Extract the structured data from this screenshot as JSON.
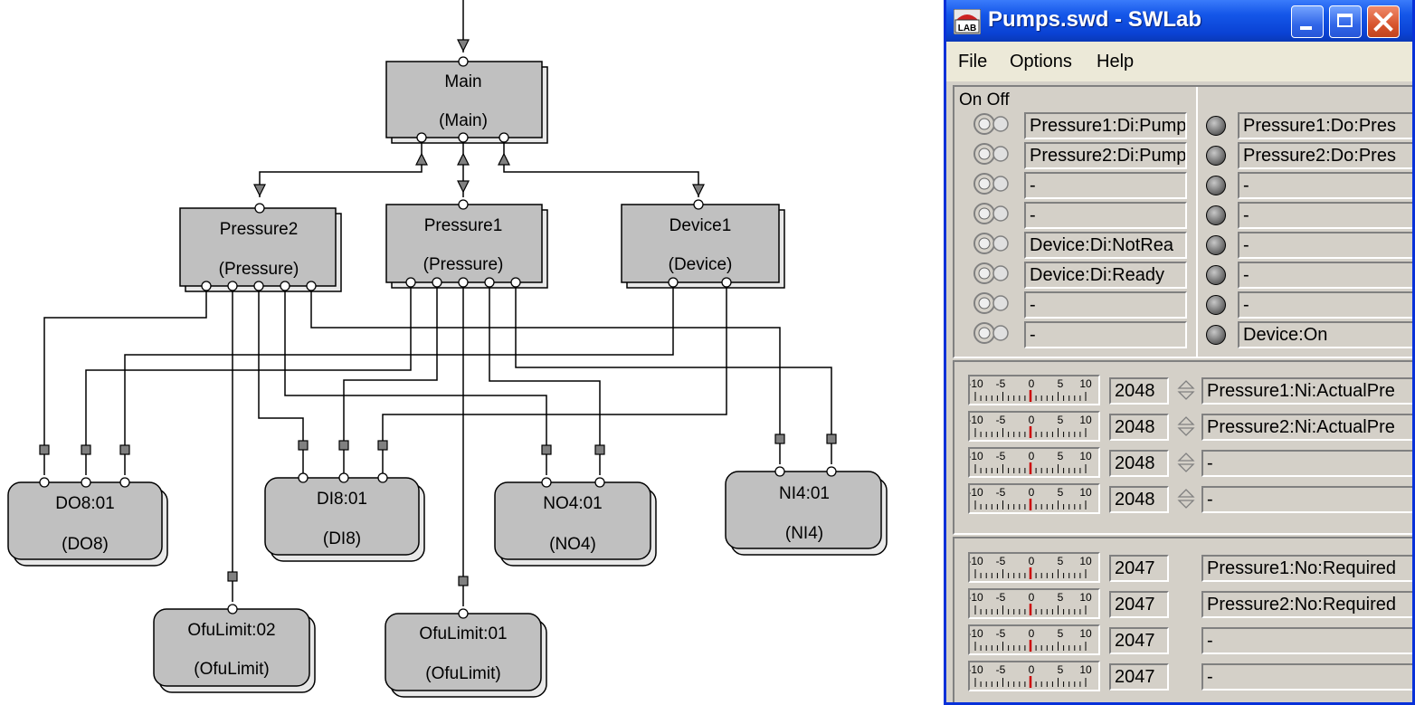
{
  "diagram": {
    "blocks": [
      {
        "name": "Main",
        "type": "(Main)"
      },
      {
        "name": "Pressure2",
        "type": "(Pressure)"
      },
      {
        "name": "Pressure1",
        "type": "(Pressure)"
      },
      {
        "name": "Device1",
        "type": "(Device)"
      },
      {
        "name": "DO8:01",
        "type": "(DO8)"
      },
      {
        "name": "DI8:01",
        "type": "(DI8)"
      },
      {
        "name": "NO4:01",
        "type": "(NO4)"
      },
      {
        "name": "NI4:01",
        "type": "(NI4)"
      },
      {
        "name": "OfuLimit:02",
        "type": "(OfuLimit)"
      },
      {
        "name": "OfuLimit:01",
        "type": "(OfuLimit)"
      }
    ]
  },
  "window": {
    "title": "Pumps.swd - SWLab",
    "icon_label": "LAB",
    "menu": [
      "File",
      "Options",
      "Help"
    ],
    "onoff_label": "On Off",
    "digital_inputs": [
      "Pressure1:Di:Pump",
      "Pressure2:Di:Pump",
      "-",
      "-",
      "Device:Di:NotRea",
      "Device:Di:Ready",
      "-",
      "-"
    ],
    "digital_outputs": [
      "Pressure1:Do:Pres",
      "Pressure2:Do:Pres",
      "-",
      "-",
      "-",
      "-",
      "-",
      "Device:On"
    ],
    "scale_ticks": [
      "-10",
      "-5",
      "0",
      "5",
      "10"
    ],
    "analog_inputs": [
      {
        "value": "2048",
        "label": "Pressure1:Ni:ActualPre"
      },
      {
        "value": "2048",
        "label": "Pressure2:Ni:ActualPre"
      },
      {
        "value": "2048",
        "label": "-"
      },
      {
        "value": "2048",
        "label": "-"
      }
    ],
    "analog_outputs": [
      {
        "value": "2047",
        "label": "Pressure1:No:Required"
      },
      {
        "value": "2047",
        "label": "Pressure2:No:Required"
      },
      {
        "value": "2047",
        "label": "-"
      },
      {
        "value": "2047",
        "label": "-"
      }
    ],
    "colors": {
      "titlebar": "#0a42d4",
      "face": "#d4d0c8",
      "needle": "#cc0000",
      "block": "#c0c0c0"
    }
  }
}
